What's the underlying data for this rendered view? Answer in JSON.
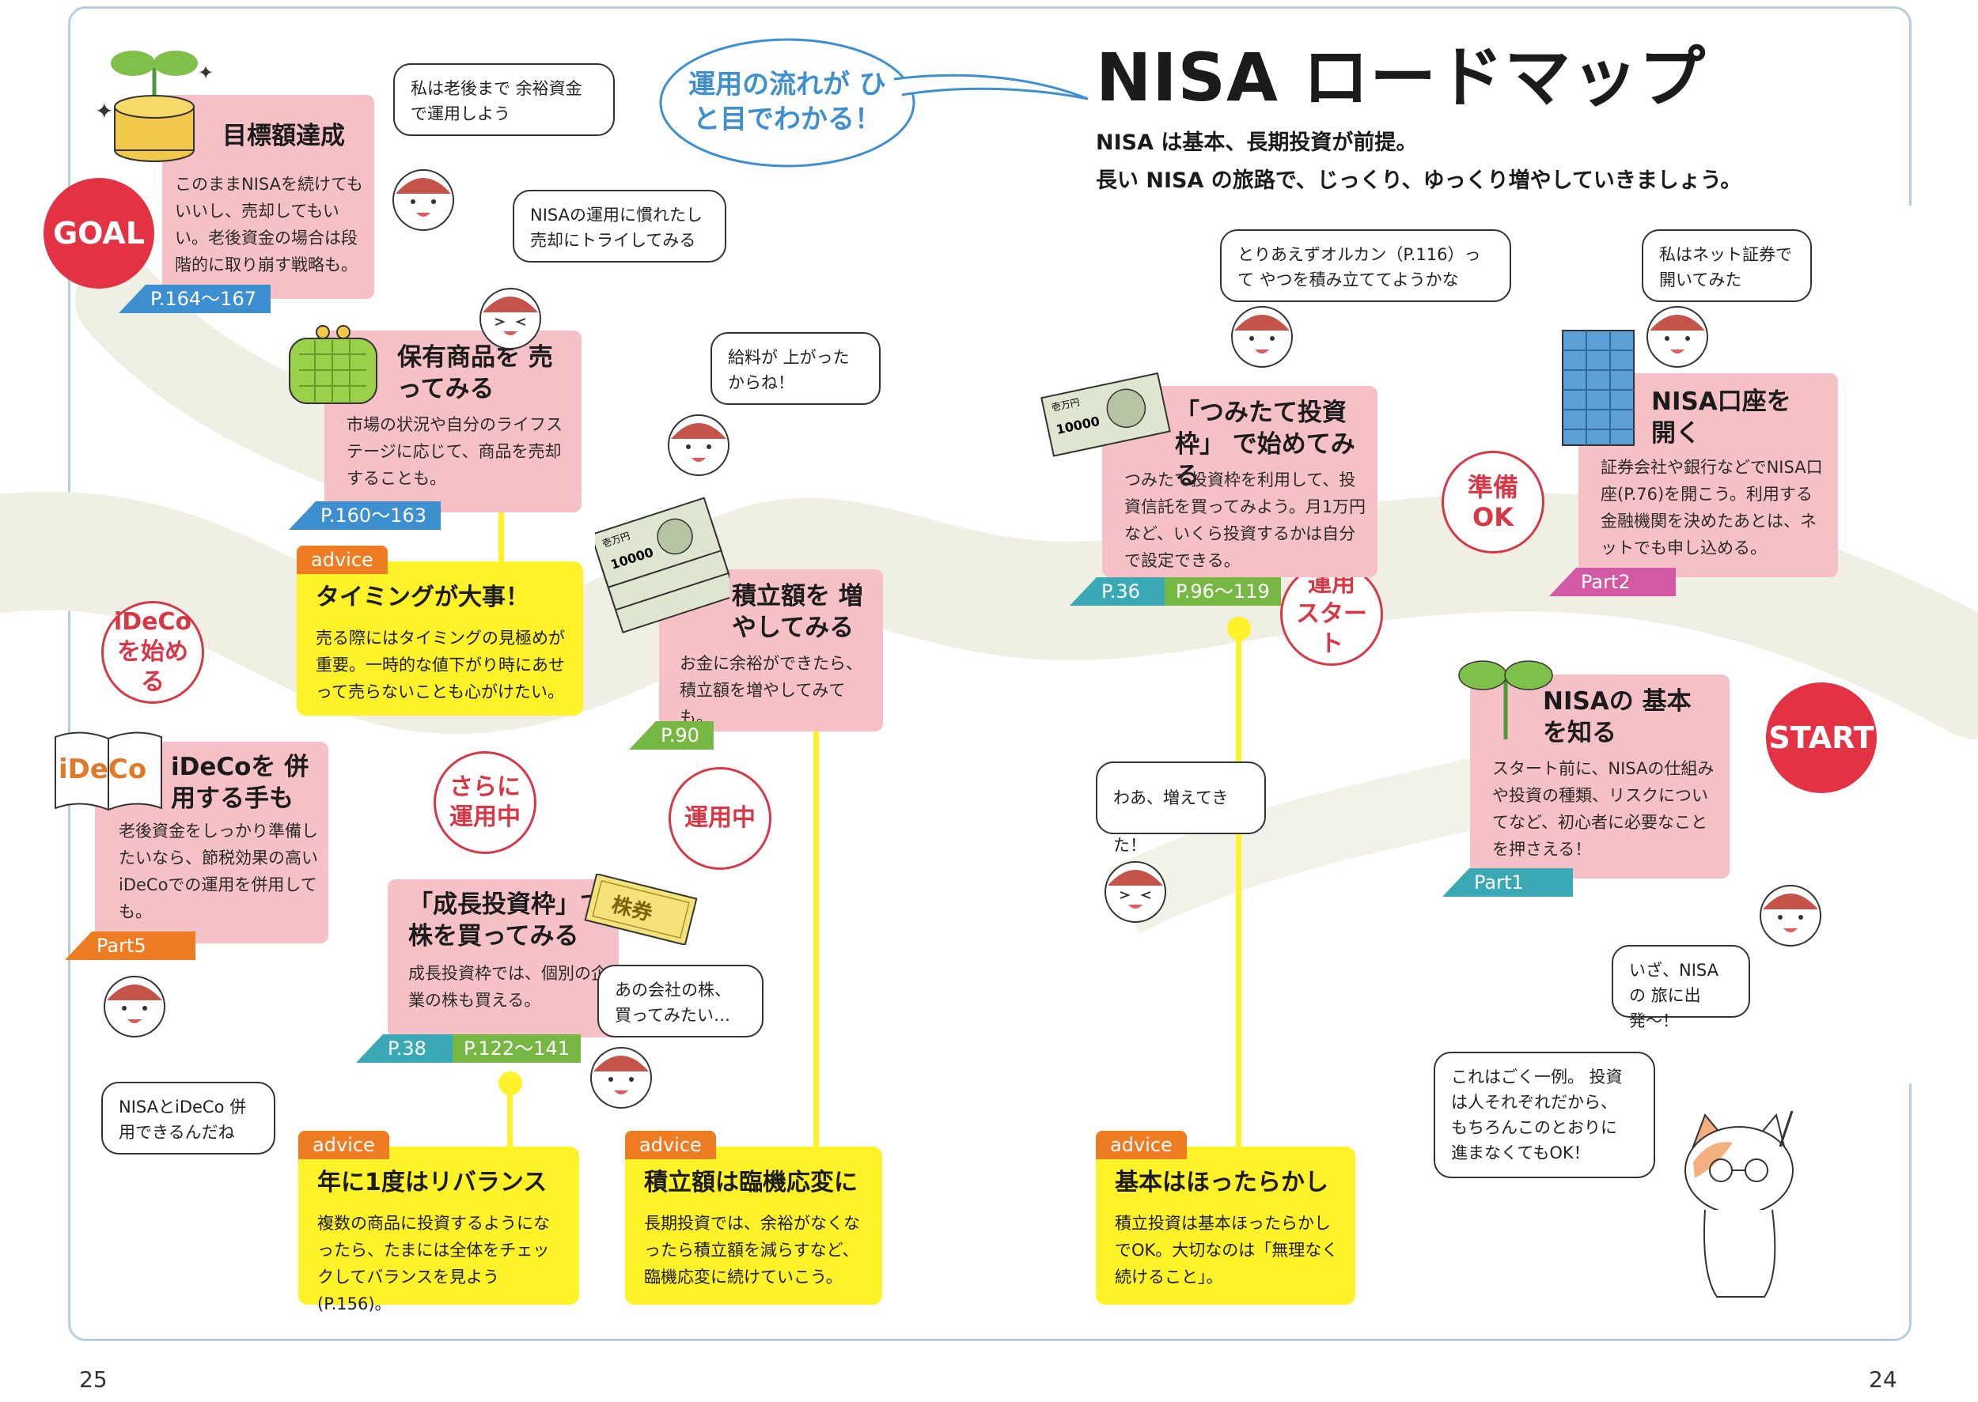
{
  "header": {
    "title": "NISA ロードマップ",
    "line1": "NISA は基本、長期投資が前提。",
    "line2": "長い NISA の旅路で、じっくり、ゆっくり増やしていきましょう。",
    "callout": "運用の流れが ひと目でわかる！"
  },
  "markers": {
    "goal": "GOAL",
    "start": "START"
  },
  "circles": {
    "ideco": "iDeCo を始める",
    "sarani": "さらに 運用中",
    "unyouchu": "運用中",
    "unyou_start": "運用 スタート",
    "junbi": "準備 OK"
  },
  "steps": {
    "mokuhyo": {
      "title": "目標額達成",
      "text": "このままNISAを続けてもいいし、売却してもいい。老後資金の場合は段階的に取り崩す戦略も。",
      "tag": "P.164〜167"
    },
    "hoyu": {
      "title": "保有商品を 売ってみる",
      "text": "市場の状況や自分のライフステージに応じて、商品を売却することも。",
      "tag": "P.160〜163"
    },
    "tsumitate_up": {
      "title": "積立額を 増やしてみる",
      "text": "お金に余裕ができたら、積立額を増やしてみても。",
      "tag": "P.90"
    },
    "tsumitate_waku": {
      "title": "「つみたて投資枠」 で始めてみる",
      "text": "つみたて投資枠を利用して、投資信託を買ってみよう。月1万円など、いくら投資するかは自分で設定できる。",
      "tag1": "P.36",
      "tag2": "P.96〜119"
    },
    "kouza": {
      "title": "NISA口座を 開く",
      "text": "証券会社や銀行などでNISA口座(P.76)を開こう。利用する金融機関を決めたあとは、ネットでも申し込める。",
      "tag": "Part2"
    },
    "kihon": {
      "title": "NISAの 基本を知る",
      "text": "スタート前に、NISAの仕組みや投資の種類、リスクについてなど、初心者に必要なことを押さえる！",
      "tag": "Part1"
    },
    "ideco": {
      "title": "iDeCoを 併用する手も",
      "text": "老後資金をしっかり準備したいなら、節税効果の高いiDeCoでの運用を併用しても。",
      "tag": "Part5"
    },
    "seicho": {
      "title": "「成長投資枠」で 株を買ってみる",
      "text": "成長投資枠では、個別の企業の株も買える。",
      "tag1": "P.38",
      "tag2": "P.122〜141"
    }
  },
  "advice": {
    "label": "advice",
    "timing": {
      "title": "タイミングが大事！",
      "text": "売る際にはタイミングの見極めが重要。一時的な値下がり時にあせって売らないことも心がけたい。"
    },
    "rebalance": {
      "title": "年に1度はリバランス",
      "text": "複数の商品に投資するようになったら、たまには全体をチェックしてバランスを見よう(P.156)。"
    },
    "rinki": {
      "title": "積立額は臨機応変に",
      "text": "長期投資では、余裕がなくなったら積立額を減らすなど、臨機応変に続けていこう。"
    },
    "hottara": {
      "title": "基本はほったらかし",
      "text": "積立投資は基本ほったらかしでOK。大切なのは「無理なく続けること」。"
    }
  },
  "bubbles": {
    "rougo": "私は老後まで 余裕資金で運用しよう",
    "nare": "NISAの運用に慣れたし 売却にトライしてみる",
    "kyuryo": "給料が 上がったからね！",
    "orukan": "とりあえずオルカン（P.116）って やつを積み立ててようかな",
    "net": "私はネット証券で 開いてみた",
    "fuete": "わあ、増えてきた！",
    "ano": "あの会社の株、 買ってみたい…",
    "heiyou": "NISAとiDeCo 併用できるんだね",
    "izasa": "いざ、NISAの 旅に出発〜！",
    "cat": "これはごく一例。 投資は人それぞれだから、 もちろんこのとおりに 進まなくてもOK！"
  },
  "illustrations": {
    "kabuken": "株券",
    "bill": "壱万円",
    "bill_num": "10000",
    "book": "iDeCo"
  },
  "page_numbers": {
    "left": "25",
    "right": "24"
  },
  "colors": {
    "pink": "#f6c1c6",
    "yellow": "#fff229",
    "red": "#e23244",
    "teal": "#3aa9b5",
    "green": "#77b845",
    "blue": "#3d8fd0",
    "orange": "#ee7c22",
    "magenta": "#d25aa4",
    "road": "#f0efe3"
  }
}
